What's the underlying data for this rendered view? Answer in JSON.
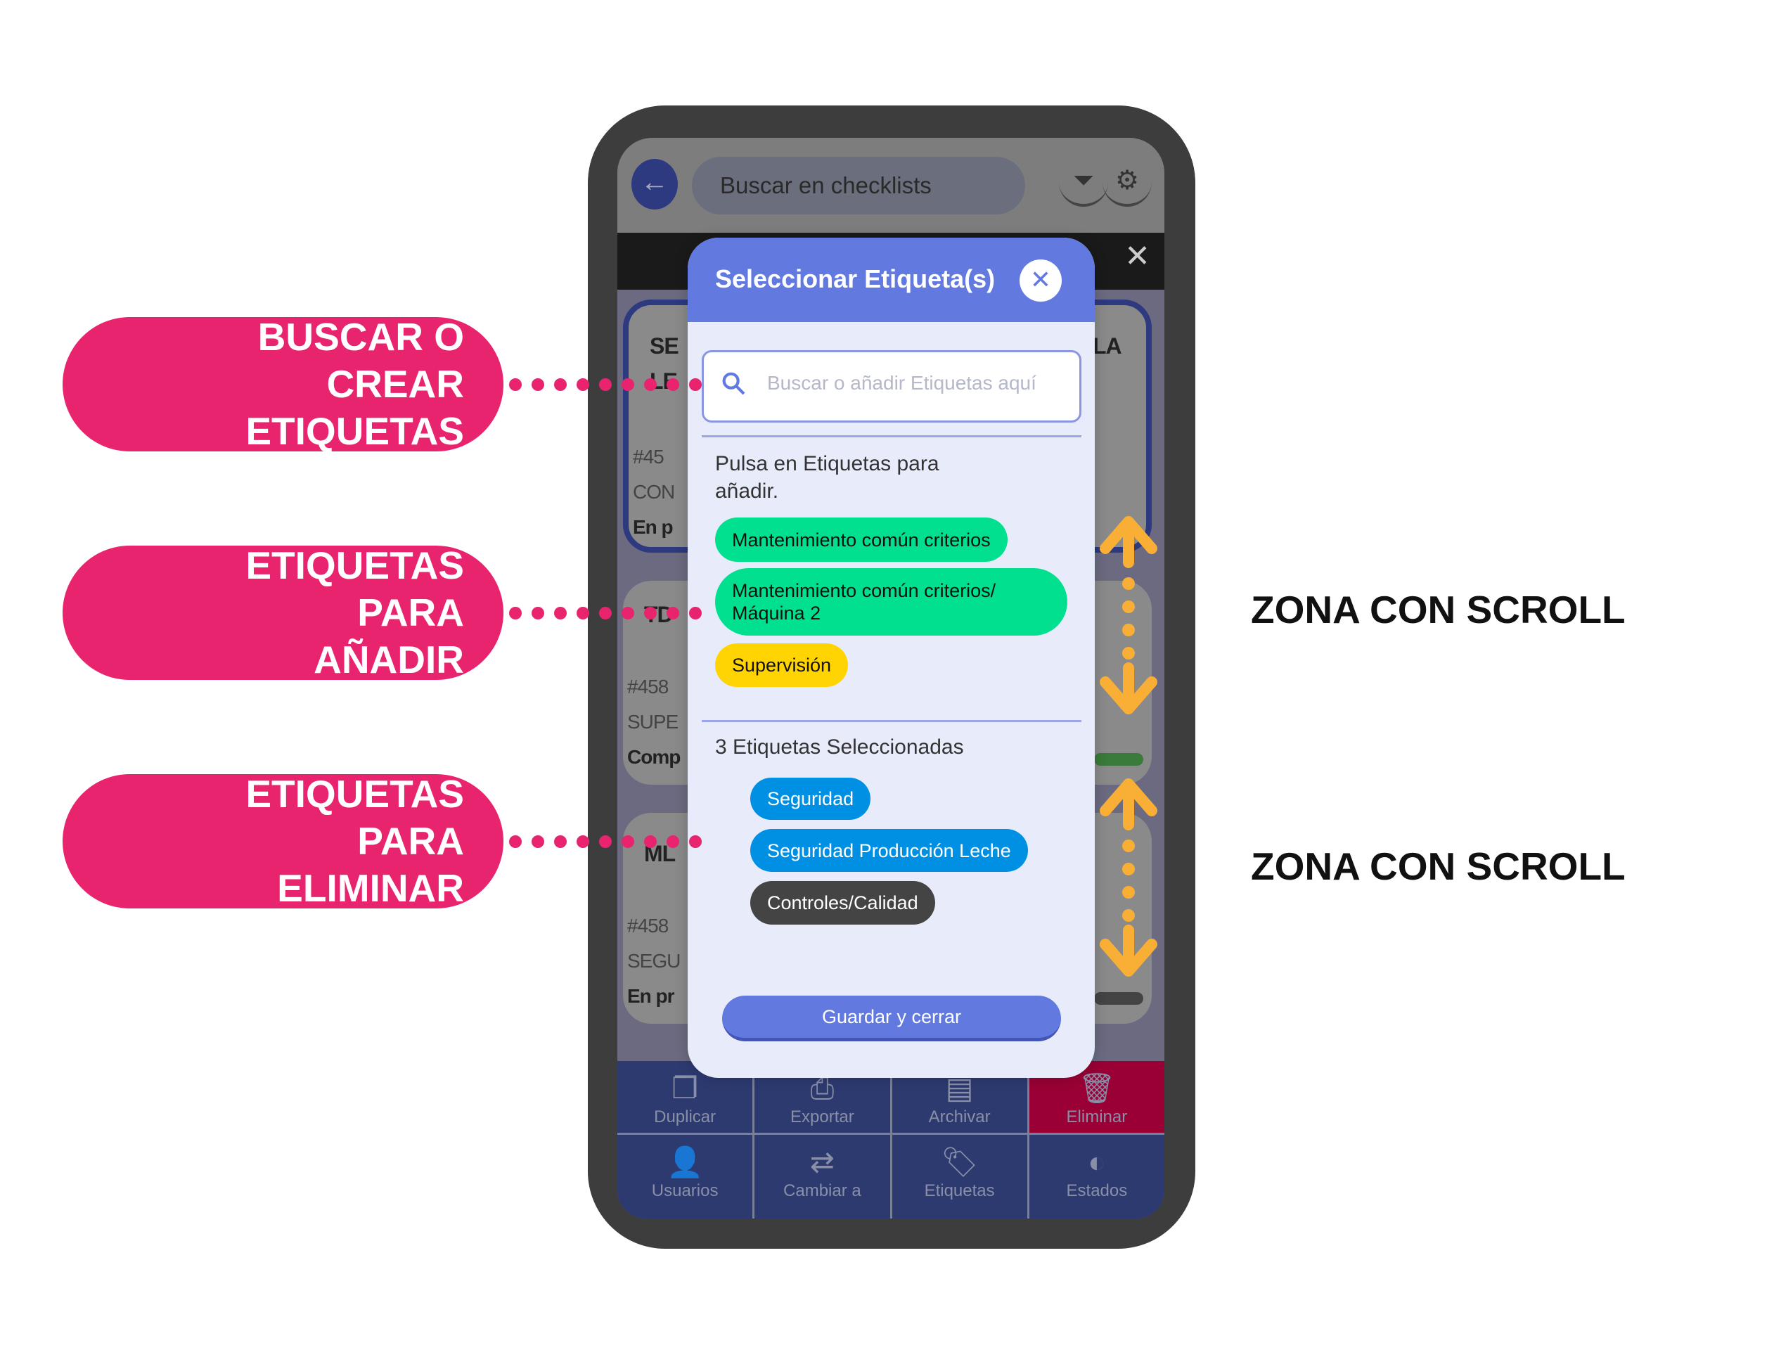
{
  "app": {
    "search_placeholder": "Buscar en checklists",
    "icons": {
      "back": "arrow-left-icon",
      "filter": "filter-icon",
      "settings": "gear-icon",
      "close": "close-icon"
    },
    "cards": [
      {
        "title_left": "SE",
        "title_right": "LA",
        "line2": "LE",
        "id": "#45",
        "type": "CON",
        "status": "En p"
      },
      {
        "title_left": "TD",
        "id": "#458",
        "type": "SUPE",
        "status": "Comp"
      },
      {
        "title_left": "ML",
        "id": "#458",
        "type": "SEGU",
        "status": "En pr"
      }
    ],
    "action_bar": [
      {
        "label": "Duplicar",
        "icon": "copy-icon"
      },
      {
        "label": "Exportar",
        "icon": "printer-icon"
      },
      {
        "label": "Archivar",
        "icon": "archive-icon"
      },
      {
        "label": "Eliminar",
        "icon": "trash-icon"
      }
    ],
    "nav_bar": [
      {
        "label": "Usuarios",
        "icon": "user-icon"
      },
      {
        "label": "Cambiar a",
        "icon": "switch-briefcase-icon"
      },
      {
        "label": "Etiquetas",
        "icon": "tag-icon"
      },
      {
        "label": "Estados",
        "icon": "toggle-icon"
      }
    ]
  },
  "modal": {
    "title": "Seleccionar Etiqueta(s)",
    "search_placeholder": "Buscar o añadir Etiquetas aquí",
    "hint": "Pulsa en Etiquetas para añadir.",
    "available_tags": [
      "Mantenimiento común criterios",
      "Mantenimiento común criterios/ Máquina 2",
      "Supervisión"
    ],
    "selected_header": "3 Etiquetas Seleccionadas",
    "selected_tags": [
      "Seguridad",
      "Seguridad Producción Leche",
      "Controles/Calidad"
    ],
    "save_label": "Guardar y cerrar",
    "colors": {
      "header": "#6279df",
      "green": "#00e08f",
      "yellow": "#ffd400",
      "blue": "#0090e3",
      "dark": "#444444"
    }
  },
  "annotations": {
    "callouts": [
      "BUSCAR O CREAR ETIQUETAS",
      "ETIQUETAS PARA AÑADIR",
      "ETIQUETAS PARA ELIMINAR"
    ],
    "scroll_labels": [
      "ZONA CON SCROLL",
      "ZONA CON SCROLL"
    ],
    "colors": {
      "callout": "#e8246e",
      "arrow": "#f9ae35"
    }
  }
}
